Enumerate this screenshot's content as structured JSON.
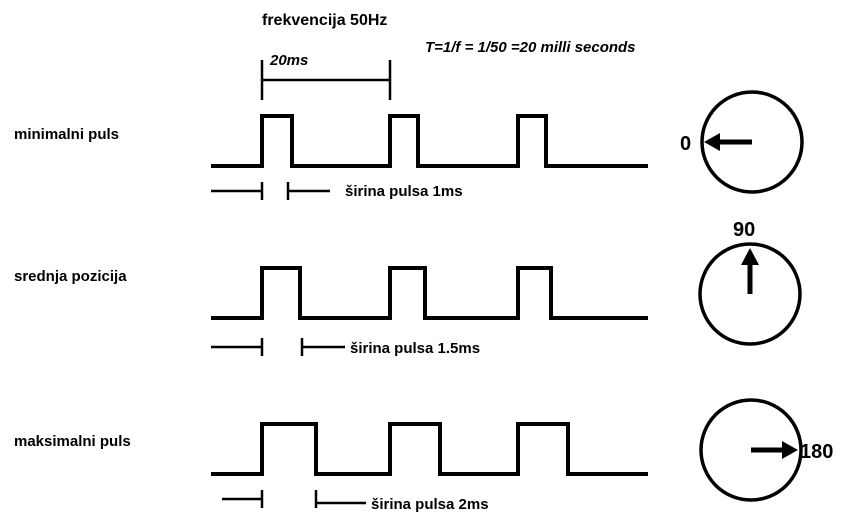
{
  "header": {
    "frequency_label": "frekvencija 50Hz",
    "period_label": "20ms",
    "formula": "T=1/f = 1/50 =20 milli seconds"
  },
  "rows": [
    {
      "label": "minimalni puls",
      "width_label": "širina pulsa 1ms",
      "pulse_ms": 1,
      "dial_value": "0",
      "angle_deg": 0
    },
    {
      "label": "srednja pozicija",
      "width_label": "širina pulsa 1.5ms",
      "pulse_ms": 1.5,
      "dial_value": "90",
      "angle_deg": 90
    },
    {
      "label": "maksimalni puls",
      "width_label": "širina pulsa 2ms",
      "pulse_ms": 2,
      "dial_value": "180",
      "angle_deg": 180
    }
  ]
}
